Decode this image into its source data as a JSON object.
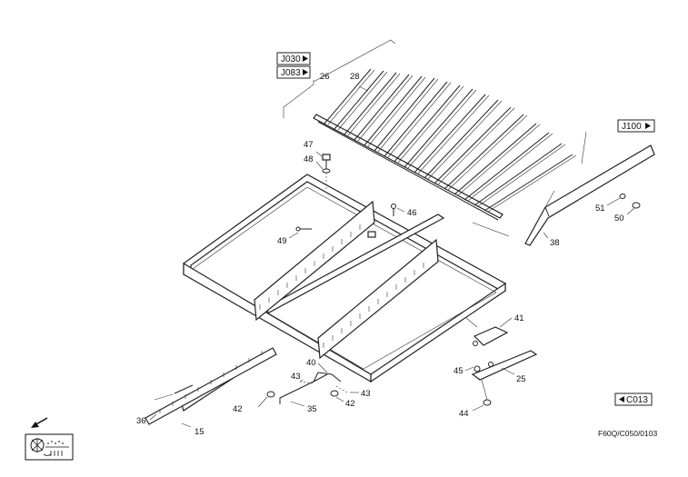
{
  "ref_boxes": {
    "j030": "J030",
    "j083": "J083",
    "j100": "J100",
    "c013": "C013"
  },
  "part_numbers": {
    "p26": "26",
    "p28": "28",
    "p47": "47",
    "p48": "48",
    "p46": "46",
    "p49": "49",
    "p51": "51",
    "p50": "50",
    "p38": "38",
    "p41": "41",
    "p45": "45",
    "p25": "25",
    "p44": "44",
    "p40": "40",
    "p43a": "43",
    "p43b": "43",
    "p42a": "42",
    "p42b": "42",
    "p35": "35",
    "p36": "36",
    "p15": "15"
  },
  "drawing_code": "F60Q/C050/0103",
  "icons": {
    "direction": "arrow-down-left-icon",
    "machine": "machine-symbol-icon"
  }
}
